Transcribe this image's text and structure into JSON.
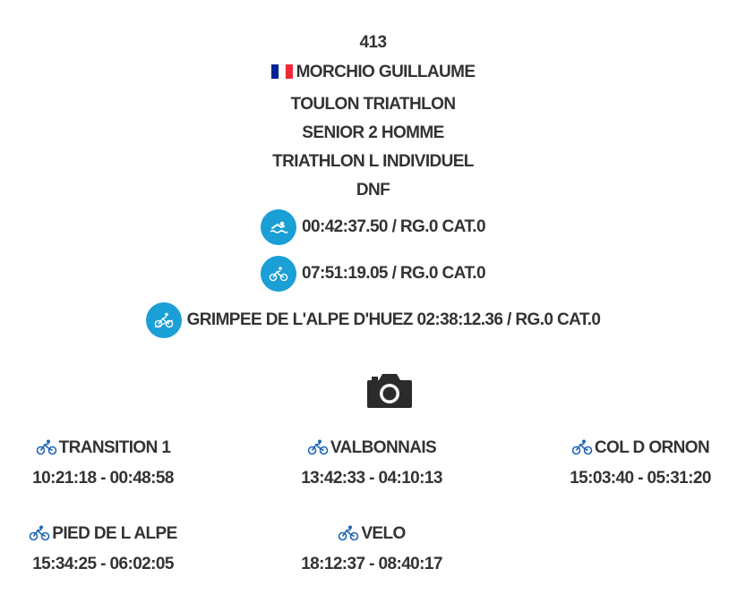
{
  "athlete": {
    "bib": "413",
    "name": "MORCHIO GUILLAUME",
    "club": "TOULON TRIATHLON",
    "category": "SENIOR 2 HOMME",
    "race": "TRIATHLON L INDIVIDUEL",
    "status": "DNF",
    "flag_colors": [
      "#002395",
      "#ffffff",
      "#ed2939"
    ]
  },
  "segments": [
    {
      "icon": "swim-icon",
      "text": "00:42:37.50 / RG.0 CAT.0"
    },
    {
      "icon": "bike-icon",
      "text": "07:51:19.05 / RG.0 CAT.0"
    },
    {
      "icon": "climb-bike-icon",
      "text": "GRIMPEE DE L'ALPE D'HUEZ 02:38:12.36 / RG.0 CAT.0"
    }
  ],
  "checkpoints": [
    {
      "name": "TRANSITION 1",
      "time": "10:21:18 - 00:48:58"
    },
    {
      "name": "VALBONNAIS",
      "time": "13:42:33 - 04:10:13"
    },
    {
      "name": "COL D ORNON",
      "time": "15:03:40 - 05:31:20"
    },
    {
      "name": "PIED DE L ALPE",
      "time": "15:34:25 - 06:02:05"
    },
    {
      "name": "VELO",
      "time": "18:12:37 - 08:40:17"
    }
  ],
  "colors": {
    "accent": "#1a9fd6",
    "text": "#333333",
    "bike_icon": "#1f66b8"
  }
}
